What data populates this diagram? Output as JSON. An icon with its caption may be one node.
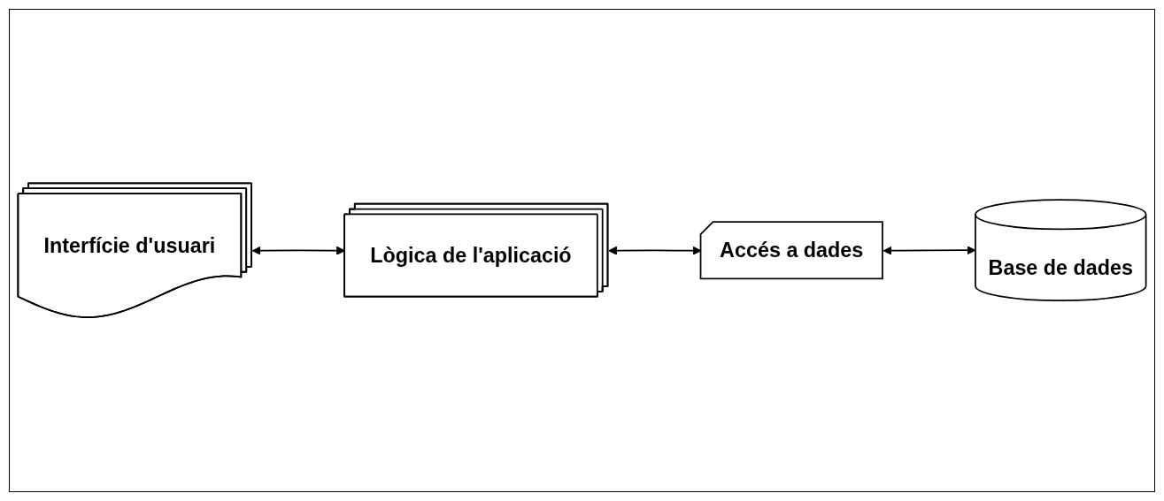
{
  "diagram": {
    "nodes": [
      {
        "text": [
          "Interfície d'usuari"
        ]
      },
      {
        "text": [
          "Lògica de l'aplicació"
        ]
      },
      {
        "text": [
          "Accés a dades"
        ]
      },
      {
        "text": [
          "Base de dades"
        ]
      }
    ],
    "edges": [
      {
        "from": 0,
        "to": 1,
        "arrow": "both"
      },
      {
        "from": 1,
        "to": 2,
        "arrow": "both"
      },
      {
        "from": 2,
        "to": 3,
        "arrow": "both"
      }
    ]
  }
}
